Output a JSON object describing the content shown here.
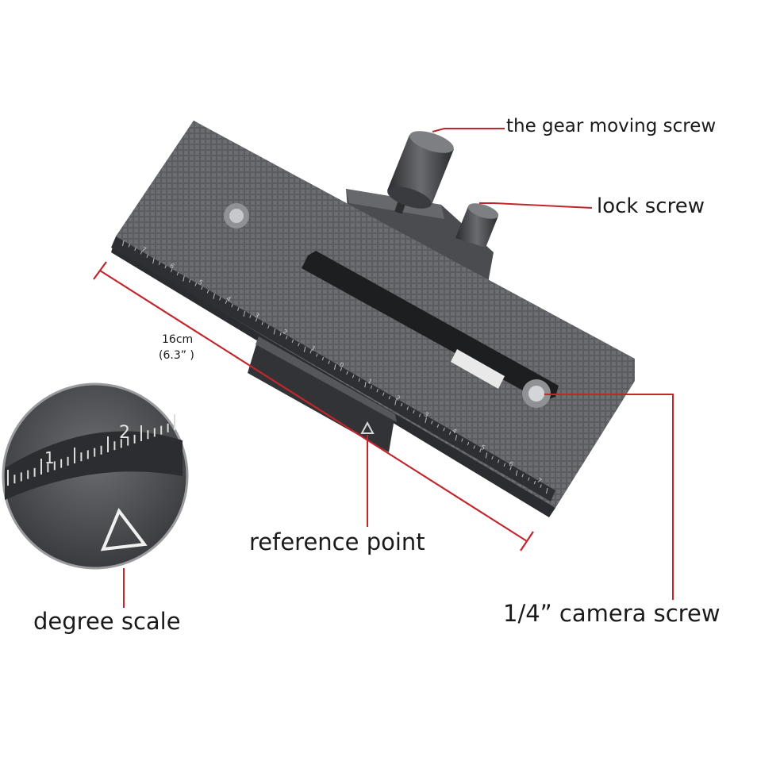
{
  "labels": {
    "gear_moving_screw": "the gear moving screw",
    "lock_screw": "lock screw",
    "length_cm": "16cm",
    "length_in": "(6.3” )",
    "reference_point": "reference point",
    "camera_screw": "1/4”  camera screw",
    "degree_scale": "degree scale"
  },
  "scale": {
    "left_ticks": [
      "7",
      "6",
      "5",
      "4",
      "3",
      "2",
      "1",
      "0"
    ],
    "right_ticks": [
      "1",
      "2",
      "3",
      "4",
      "5",
      "6",
      "7"
    ],
    "inset_ticks": [
      "1",
      "2"
    ]
  },
  "colors": {
    "plate": "#55575b",
    "plate_dark": "#2f3033",
    "leader": "#c0272d",
    "label_text": "#1a1a1a"
  }
}
